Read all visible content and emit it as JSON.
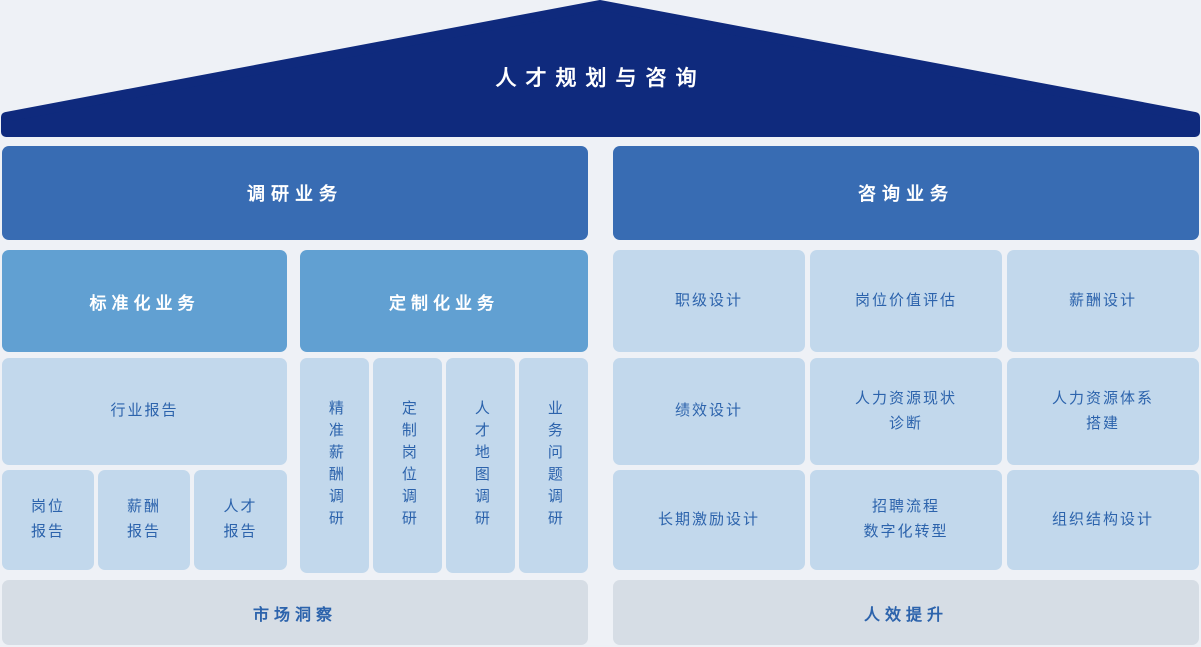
{
  "roof": {
    "title": "人才规划与咨询"
  },
  "left": {
    "header": "调研业务",
    "standardized": "标准化业务",
    "customized": "定制化业务",
    "industry_report": "行业报告",
    "reports": [
      "岗位\n报告",
      "薪酬\n报告",
      "人才\n报告"
    ],
    "custom_items": [
      "精准薪酬调研",
      "定制岗位调研",
      "人才地图调研",
      "业务问题调研"
    ],
    "footer": "市场洞察"
  },
  "right": {
    "header": "咨询业务",
    "rows": [
      [
        "职级设计",
        "岗位价值评估",
        "薪酬设计"
      ],
      [
        "绩效设计",
        "人力资源现状\n诊断",
        "人力资源体系\n搭建"
      ],
      [
        "长期激励设计",
        "招聘流程\n数字化转型",
        "组织结构设计"
      ]
    ],
    "footer": "人效提升"
  },
  "colors": {
    "background": "#eef1f6",
    "roof": "#0f2a7d",
    "level1": "#386cb3",
    "level2": "#61a0d2",
    "cell": "#c2d8ec",
    "cell_text": "#2c63ac",
    "footer": "#d6dde5",
    "title_text": "#ffffff"
  }
}
